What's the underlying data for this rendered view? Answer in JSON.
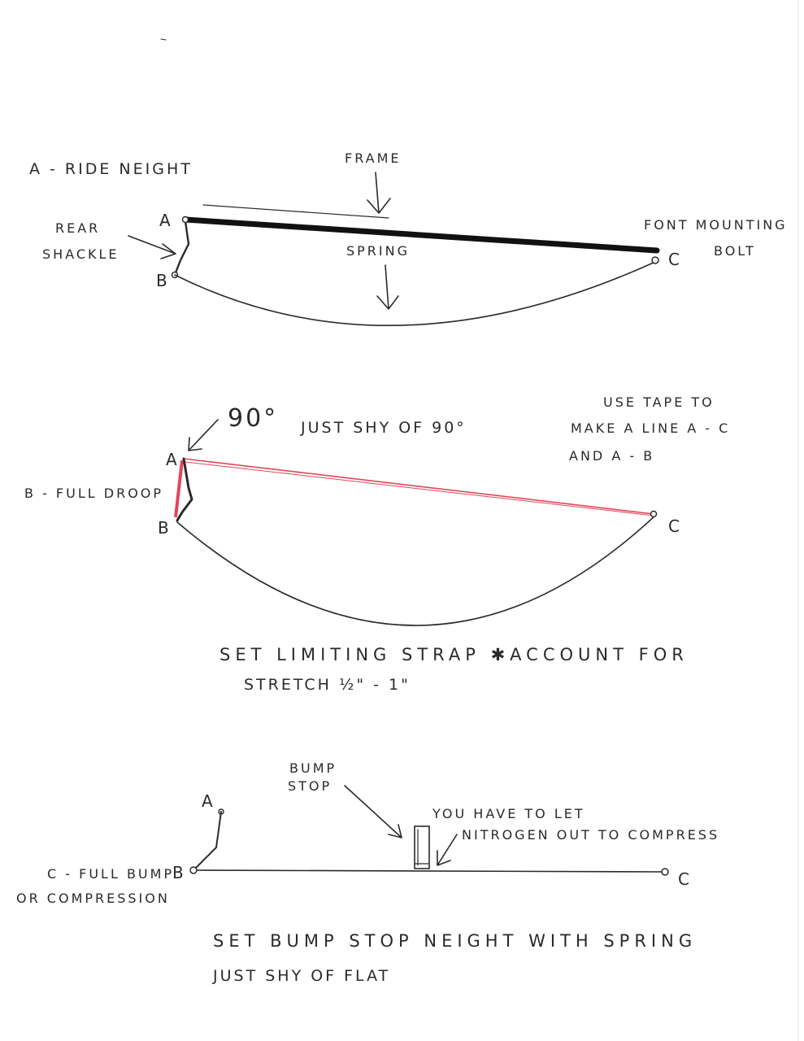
{
  "diagram_a": {
    "title": "A - RIDE NEIGHT",
    "frame_label": "FRAME",
    "spring_label": "SPRING",
    "rear_shackle_line1": "REAR",
    "rear_shackle_line2": "SHACKLE",
    "front_mount_line1": "FONT MOUNTING",
    "front_mount_line2": "BOLT",
    "point_a": "A",
    "point_b": "B",
    "point_c": "C"
  },
  "diagram_b": {
    "title": "B - FULL DROOP",
    "angle_label": "90°",
    "just_shy_label": "JUST SHY OF 90°",
    "tape_note_line1": "USE TAPE TO",
    "tape_note_line2": "MAKE A LINE A - C",
    "tape_note_line3": "AND A - B",
    "point_a": "A",
    "point_b": "B",
    "point_c": "C",
    "note_line1": "SET LIMITING STRAP ✱ACCOUNT FOR",
    "note_line2": "STRETCH ½\" - 1\""
  },
  "diagram_c": {
    "title_line1": "C - FULL BUMP",
    "title_line2": "OR COMPRESSION",
    "bump_stop_line1": "BUMP",
    "bump_stop_line2": "STOP",
    "nitrogen_line1": "YOU HAVE TO LET",
    "nitrogen_line2": "NITROGEN OUT TO COMPRESS",
    "point_a": "A",
    "point_b": "B",
    "point_c": "C",
    "note_line1": "SET BUMP STOP NEIGHT WITH SPRING",
    "note_line2": "JUST SHY OF FLAT"
  },
  "colors": {
    "ink": "#2a2a2a",
    "frame": "#111111",
    "red_tape": "#e0465a"
  }
}
